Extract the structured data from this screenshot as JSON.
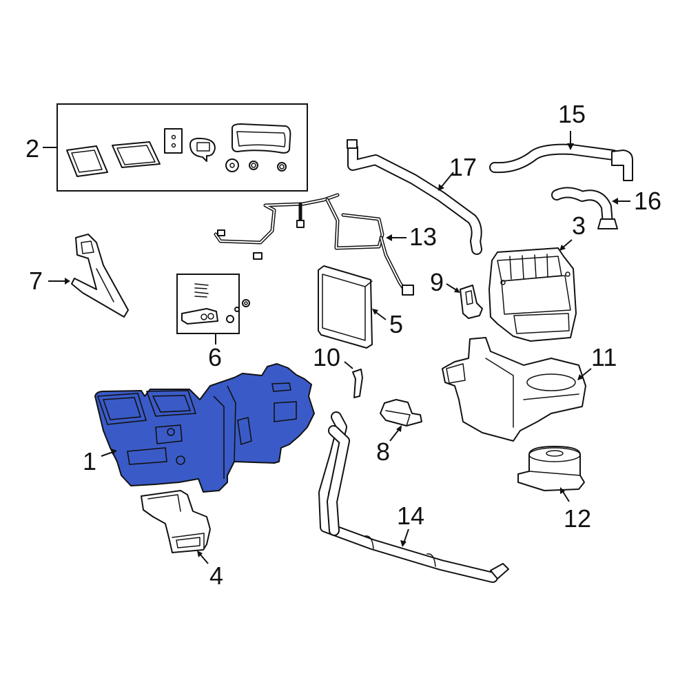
{
  "diagram": {
    "type": "exploded-parts-diagram",
    "highlight_color": "#3a5bc7",
    "highlighted_part": "1",
    "callouts": [
      {
        "id": "1",
        "label": "1"
      },
      {
        "id": "2",
        "label": "2"
      },
      {
        "id": "3",
        "label": "3"
      },
      {
        "id": "4",
        "label": "4"
      },
      {
        "id": "5",
        "label": "5"
      },
      {
        "id": "6",
        "label": "6"
      },
      {
        "id": "7",
        "label": "7"
      },
      {
        "id": "8",
        "label": "8"
      },
      {
        "id": "9",
        "label": "9"
      },
      {
        "id": "10",
        "label": "10"
      },
      {
        "id": "11",
        "label": "11"
      },
      {
        "id": "12",
        "label": "12"
      },
      {
        "id": "13",
        "label": "13"
      },
      {
        "id": "14",
        "label": "14"
      },
      {
        "id": "15",
        "label": "15"
      },
      {
        "id": "16",
        "label": "16"
      },
      {
        "id": "17",
        "label": "17"
      }
    ],
    "parts": [
      {
        "id": "1",
        "icon": "hvac-case-housing-icon"
      },
      {
        "id": "2",
        "icon": "seal-kit-box-icon"
      },
      {
        "id": "3",
        "icon": "blower-housing-upper-icon"
      },
      {
        "id": "4",
        "icon": "air-duct-outlet-icon"
      },
      {
        "id": "5",
        "icon": "evaporator-core-icon"
      },
      {
        "id": "6",
        "icon": "hardware-kit-box-icon"
      },
      {
        "id": "7",
        "icon": "duct-bracket-icon"
      },
      {
        "id": "8",
        "icon": "actuator-icon"
      },
      {
        "id": "9",
        "icon": "clip-bracket-icon"
      },
      {
        "id": "10",
        "icon": "sensor-icon"
      },
      {
        "id": "11",
        "icon": "blower-housing-lower-icon"
      },
      {
        "id": "12",
        "icon": "blower-motor-icon"
      },
      {
        "id": "13",
        "icon": "wiring-harness-icon"
      },
      {
        "id": "14",
        "icon": "heater-tube-assembly-icon"
      },
      {
        "id": "15",
        "icon": "heater-hose-icon"
      },
      {
        "id": "16",
        "icon": "drain-hose-icon"
      },
      {
        "id": "17",
        "icon": "hose-tube-icon"
      }
    ]
  }
}
